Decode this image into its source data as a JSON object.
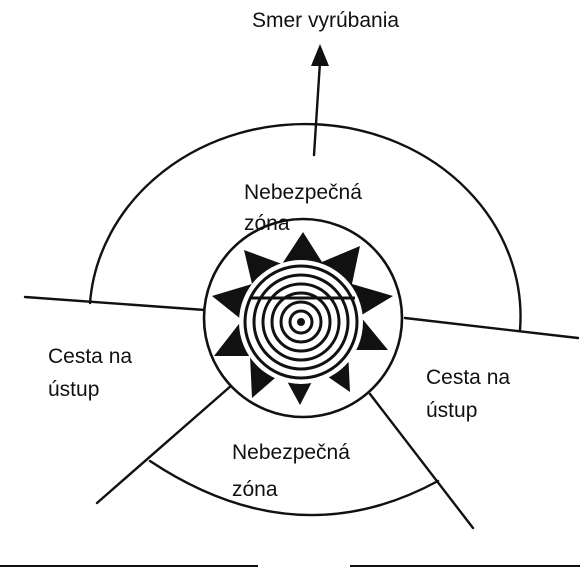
{
  "labels": {
    "felling_direction": "Smer vyrúbania",
    "danger_zone_top_line1": "Nebezpečná",
    "danger_zone_top_line2": "zóna",
    "danger_zone_bottom_line1": "Nebezpečná",
    "danger_zone_bottom_line2": "zóna",
    "escape_left_line1": "Cesta na",
    "escape_left_line2": "ústup",
    "escape_right_line1": "Cesta na",
    "escape_right_line2": "ústup"
  },
  "colors": {
    "ink": "#111111",
    "background": "#ffffff"
  },
  "icons": {
    "stump": "tree-stump-cross-section-icon",
    "arrow": "arrow-up-icon"
  }
}
